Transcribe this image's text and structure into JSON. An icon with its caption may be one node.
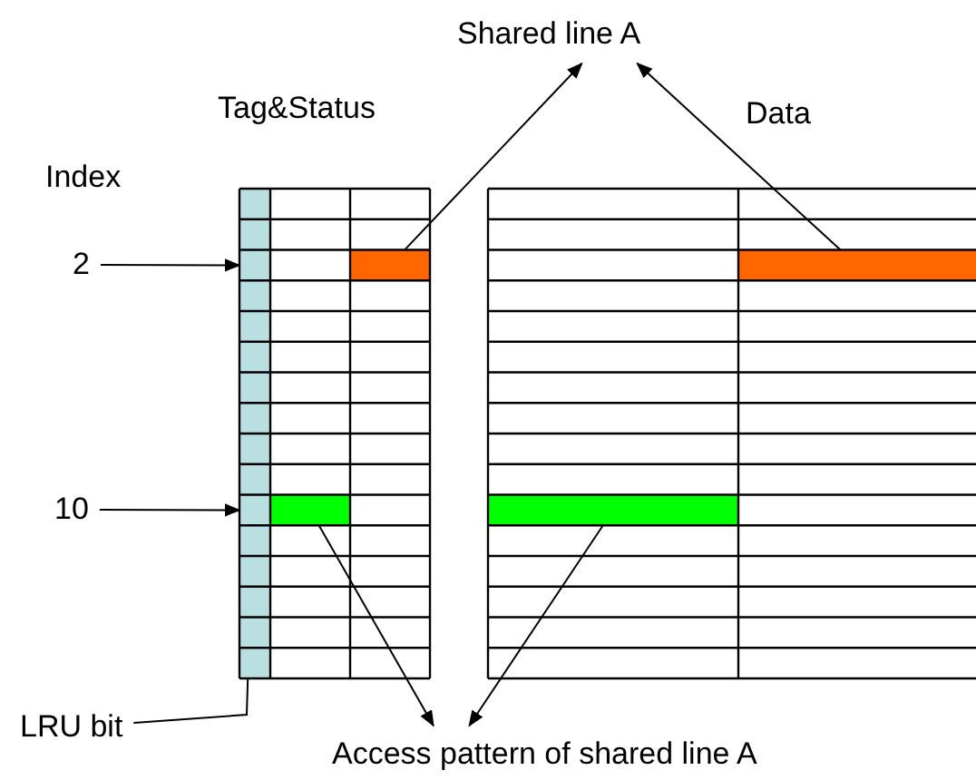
{
  "diagram": {
    "nodes": [
      {
        "text": [
          "Shared line A"
        ]
      },
      {
        "text": [
          "2"
        ]
      },
      {
        "text": [
          "10"
        ]
      },
      {
        "text": [
          "LRU bit"
        ]
      },
      {
        "text": [
          "Access pattern of shared line A"
        ]
      },
      {
        "text": [],
        "shape": "bar"
      },
      {
        "text": [],
        "shape": "bar"
      },
      {
        "text": [],
        "shape": "bar"
      },
      {
        "text": [],
        "shape": "bar"
      },
      {
        "text": [],
        "shape": "bar"
      }
    ],
    "edges": [
      {
        "from": 5,
        "to": 0,
        "arrow": "to"
      },
      {
        "from": 6,
        "to": 0,
        "arrow": "to"
      },
      {
        "from": 1,
        "to": 9,
        "arrow": "to"
      },
      {
        "from": 2,
        "to": 9,
        "arrow": "to"
      },
      {
        "from": 7,
        "to": 4,
        "arrow": "to"
      },
      {
        "from": 8,
        "to": 4,
        "arrow": "to"
      },
      {
        "from": 3,
        "to": 9,
        "arrow": "none"
      }
    ],
    "labels": [
      "Tag&Status",
      "Data",
      "Index"
    ]
  }
}
